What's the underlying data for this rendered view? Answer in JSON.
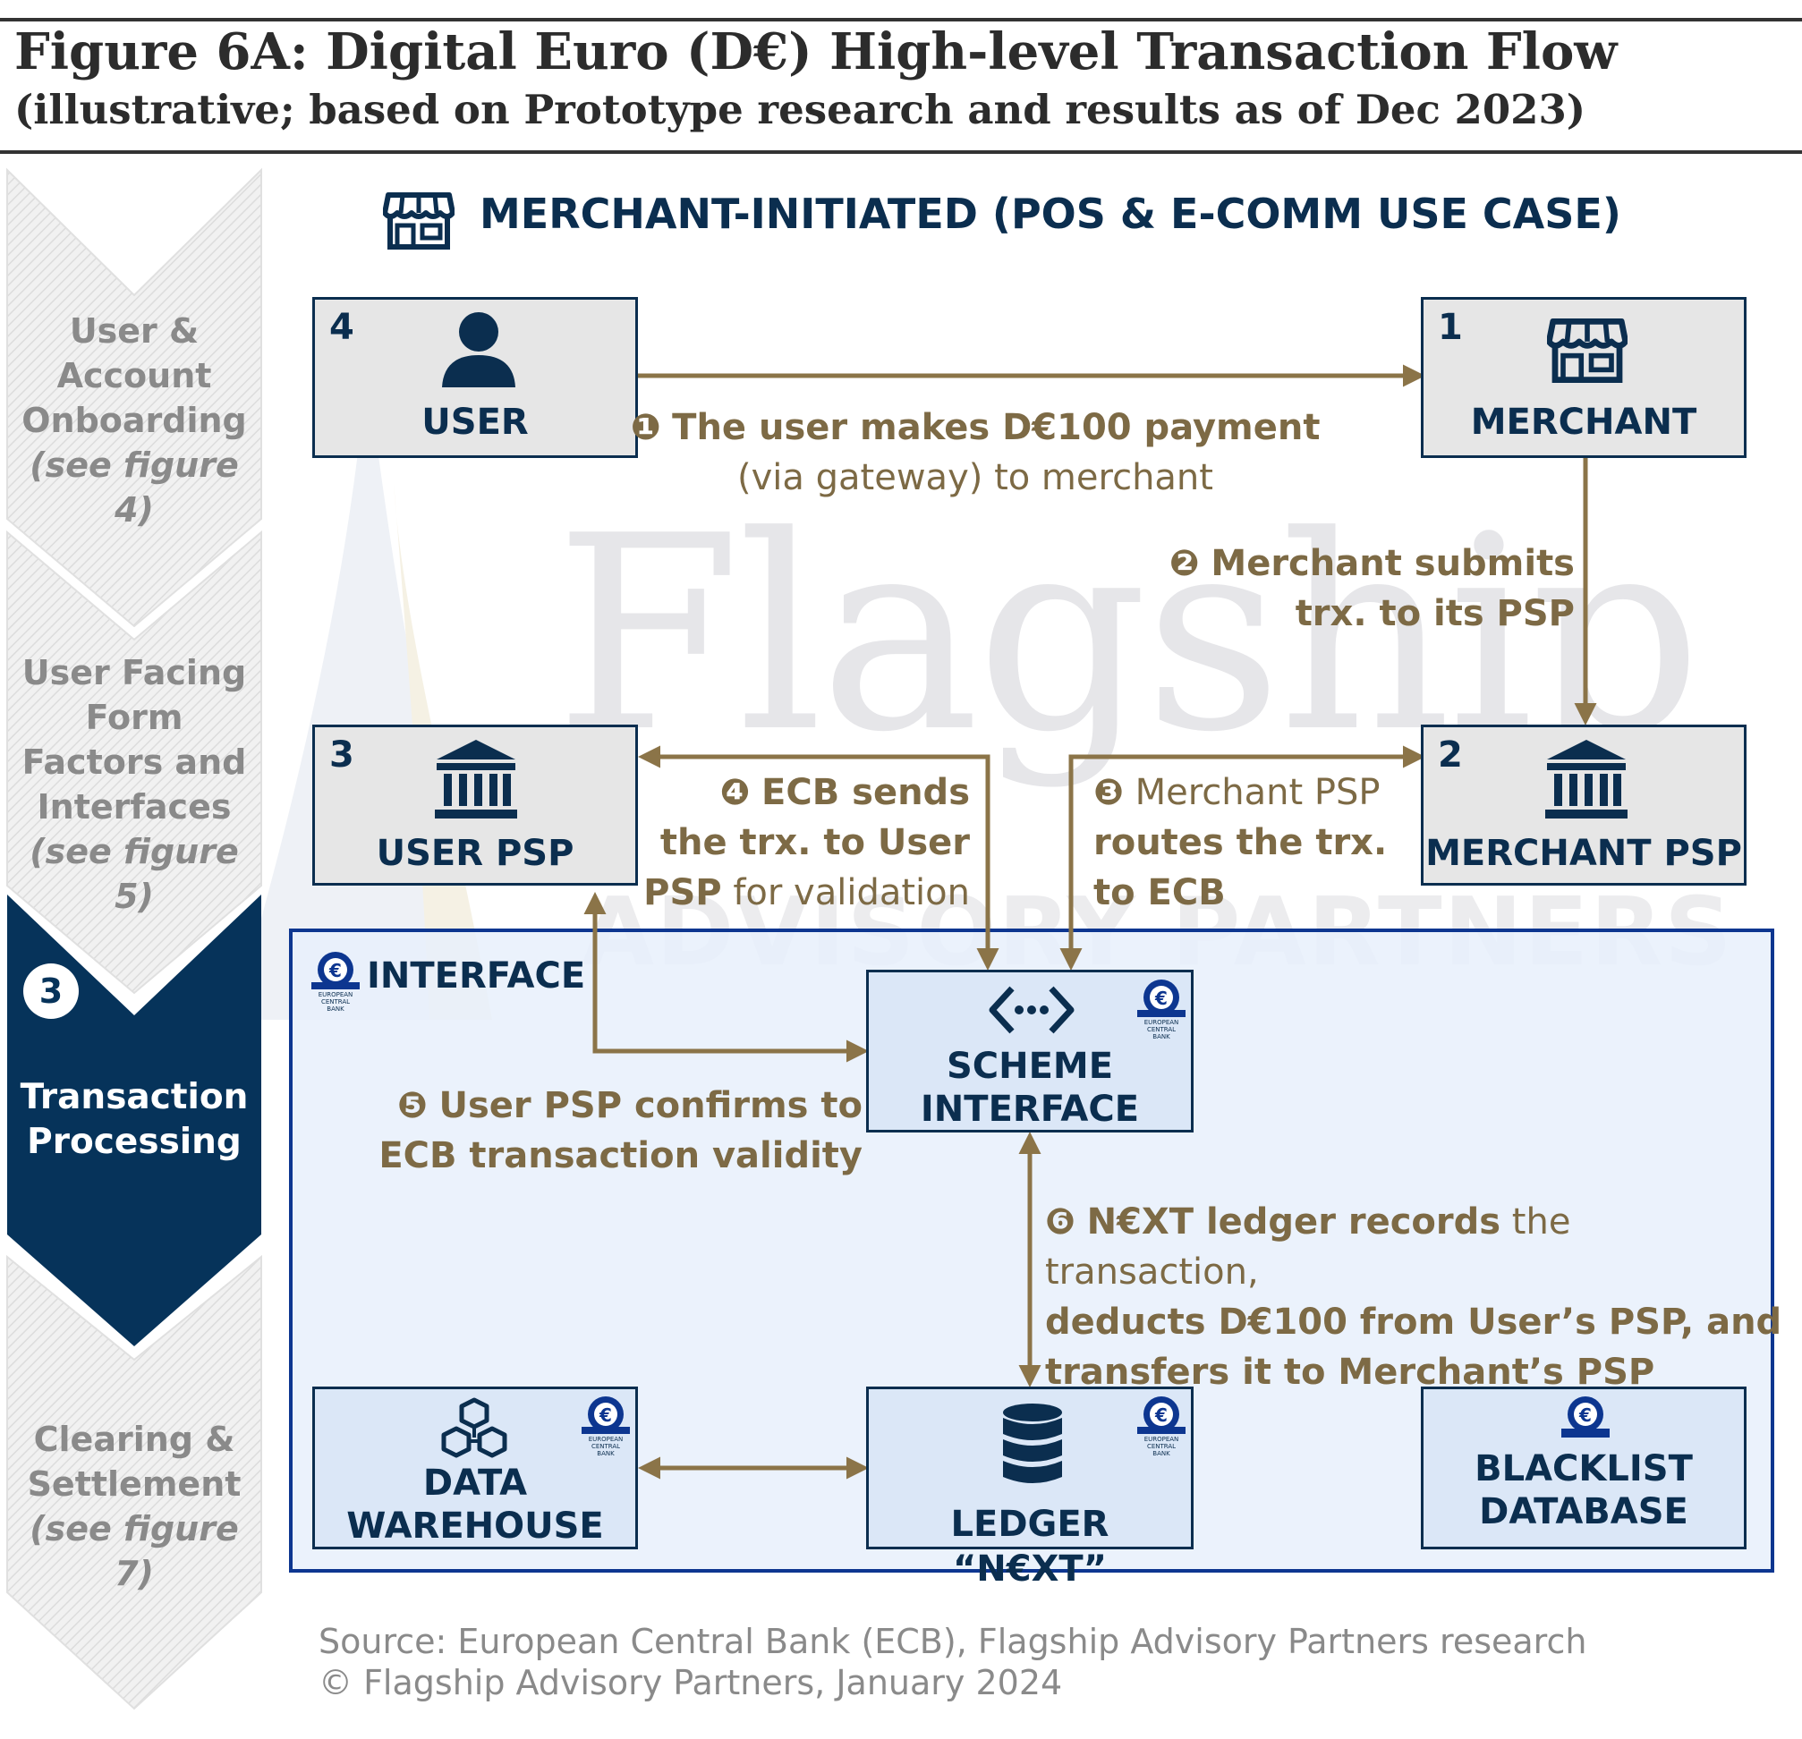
{
  "title": {
    "line1": "Figure 6A: Digital Euro (D€) High-level Transaction Flow",
    "line2": "(illustrative; based on Prototype research and results as of Dec 2023)"
  },
  "watermark": {
    "main": "Flagship",
    "sub": "ADVISORY PARTNERS"
  },
  "sidebar": {
    "steps": [
      {
        "lines": [
          "User &",
          "Account",
          "Onboarding"
        ],
        "sub": "(see figure 4)"
      },
      {
        "lines": [
          "User Facing",
          "Form",
          "Factors and",
          "Interfaces"
        ],
        "sub": "(see figure 5)"
      },
      {
        "number": "3",
        "lines": [
          "Transaction",
          "Processing"
        ],
        "active": true
      },
      {
        "lines": [
          "Clearing &",
          "Settlement"
        ],
        "sub": "(see figure 7)"
      }
    ]
  },
  "header": {
    "title": "MERCHANT-INITIATED (POS & E-COMM USE CASE)",
    "icon": "storefront-icon"
  },
  "nodes": {
    "user": {
      "number": "4",
      "label": "USER",
      "icon": "person-icon"
    },
    "merchant": {
      "number": "1",
      "label": "MERCHANT",
      "icon": "storefront-icon"
    },
    "user_psp": {
      "number": "3",
      "label": "USER PSP",
      "icon": "bank-icon"
    },
    "merchant_psp": {
      "number": "2",
      "label": "MERCHANT PSP",
      "icon": "bank-icon"
    },
    "scheme_interface": {
      "line1": "SCHEME",
      "line2": "INTERFACE",
      "icon": "code-icon"
    },
    "data_warehouse": {
      "line1": "DATA",
      "line2": "WAREHOUSE",
      "icon": "cubes-icon"
    },
    "ledger": {
      "label": "LEDGER “N€XT”",
      "icon": "database-icon"
    },
    "blacklist": {
      "line1": "BLACKLIST",
      "line2": "DATABASE"
    }
  },
  "interface": {
    "title": "INTERFACE"
  },
  "ecb_logo": {
    "line1": "EUROPEAN",
    "line2": "CENTRAL",
    "line3": "BANK",
    "symbol": "€"
  },
  "steps": {
    "s1": {
      "marker": "❶",
      "bold": "The user makes D€100 payment",
      "light": "(via gateway) to merchant"
    },
    "s2": {
      "marker": "❷",
      "line1": "Merchant submits",
      "line2": "trx. to its PSP"
    },
    "s3": {
      "marker": "❸",
      "light1": "Merchant PSP",
      "line2": "routes the trx.",
      "line3": "to ECB"
    },
    "s4": {
      "marker": "❹",
      "line1": "ECB sends",
      "line2": "the trx. to User",
      "line3_bold": "PSP",
      "line3_light": "for validation"
    },
    "s5": {
      "marker": "❺",
      "line1": "User PSP confirms to",
      "line2": "ECB transaction validity"
    },
    "s6": {
      "marker": "❻",
      "bold1": "N€XT ledger records",
      "light1": "the transaction,",
      "line2": "deducts D€100 from User’s PSP, and",
      "line3": "transfers it to Merchant’s PSP"
    }
  },
  "colors": {
    "navy": "#0b2e4f",
    "arrow": "#8b7448",
    "note": "#7d6a45",
    "panel_border": "#0d3690",
    "box_grey": "#e6e6e6",
    "box_blue": "#dbe7f7"
  },
  "source": {
    "line1": "Source: European Central Bank (ECB), Flagship Advisory Partners research",
    "line2": "© Flagship Advisory Partners, January 2024"
  }
}
